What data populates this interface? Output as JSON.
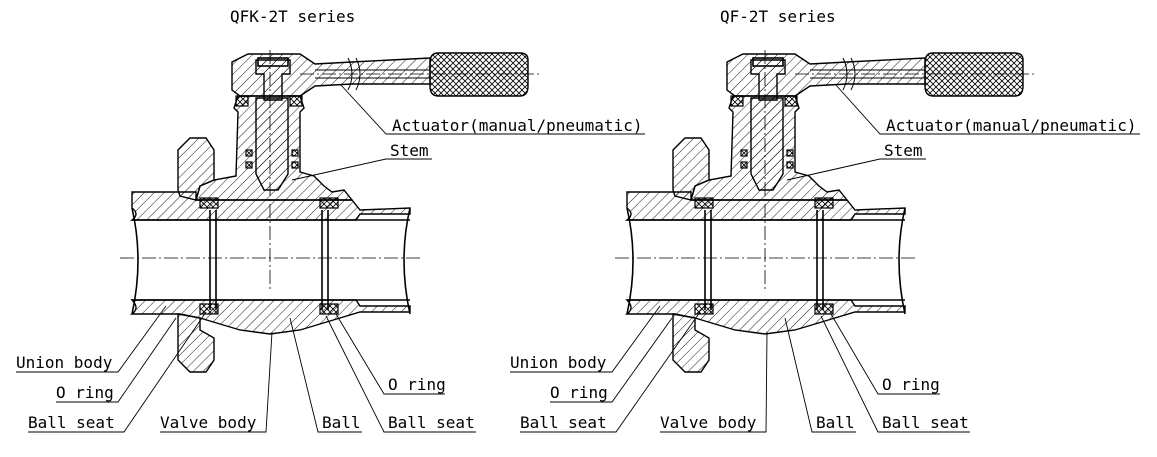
{
  "diagrams": [
    {
      "title": "QFK-2T series",
      "labels": {
        "actuator": "Actuator(manual/pneumatic)",
        "stem": "Stem",
        "union_body": "Union body",
        "o_ring_left": "O ring",
        "ball_seat_left": "Ball seat",
        "valve_body": "Valve body",
        "ball": "Ball",
        "o_ring_right": "O ring",
        "ball_seat_right": "Ball seat"
      }
    },
    {
      "title": "QF-2T series",
      "labels": {
        "actuator": "Actuator(manual/pneumatic)",
        "stem": "Stem",
        "union_body": "Union body",
        "o_ring_left": "O ring",
        "ball_seat_left": "Ball seat",
        "valve_body": "Valve body",
        "ball": "Ball",
        "o_ring_right": "O ring",
        "ball_seat_right": "Ball seat"
      }
    }
  ]
}
